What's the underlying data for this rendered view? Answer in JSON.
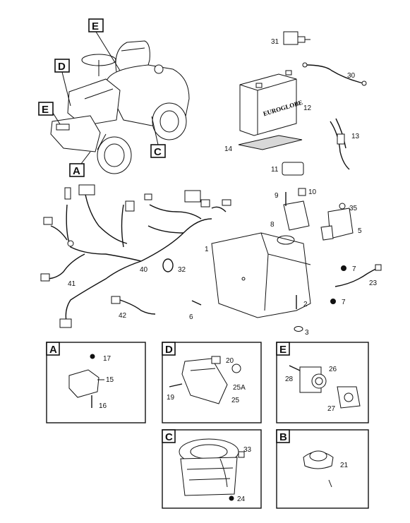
{
  "callout_letters": [
    "A",
    "B",
    "C",
    "D",
    "E"
  ],
  "battery_brand": "EUROGLOBE",
  "part_numbers": {
    "p1": "1",
    "p2": "2",
    "p3": "3",
    "p5": "5",
    "p6": "6",
    "p7a": "7",
    "p7b": "7",
    "p8": "8",
    "p9": "9",
    "p10": "10",
    "p11": "11",
    "p12": "12",
    "p13": "13",
    "p14": "14",
    "p15": "15",
    "p16": "16",
    "p17": "17",
    "p19": "19",
    "p20": "20",
    "p21": "21",
    "p23": "23",
    "p24": "24",
    "p25": "25",
    "p25a": "25A",
    "p26": "26",
    "p27": "27",
    "p28": "28",
    "p30": "30",
    "p31": "31",
    "p32": "32",
    "p33": "33",
    "p35": "35",
    "p40": "40",
    "p41": "41",
    "p42": "42"
  },
  "detail_panels": [
    {
      "letter": "A",
      "parts": [
        "15",
        "16",
        "17"
      ]
    },
    {
      "letter": "D",
      "parts": [
        "19",
        "20",
        "25",
        "25A"
      ]
    },
    {
      "letter": "E",
      "parts": [
        "26",
        "27",
        "28"
      ]
    },
    {
      "letter": "C",
      "parts": [
        "24",
        "33"
      ]
    },
    {
      "letter": "B",
      "parts": [
        "21"
      ]
    }
  ]
}
